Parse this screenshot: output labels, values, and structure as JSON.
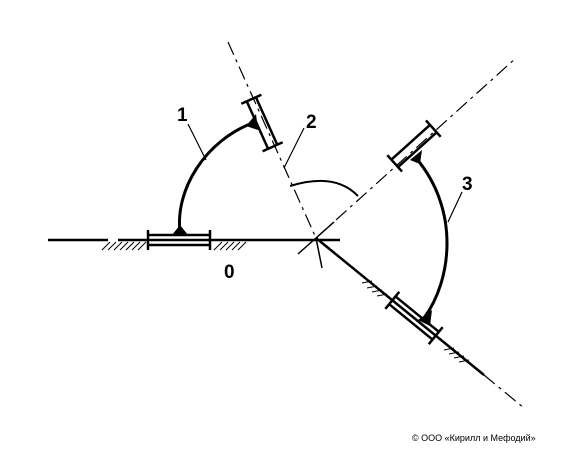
{
  "labels": {
    "l0": "0",
    "l1": "1",
    "l2": "2",
    "l3": "3"
  },
  "copyright": "© ООО «Кирилл и Мефодий»",
  "colors": {
    "ink": "#000000",
    "background": "#ffffff"
  }
}
